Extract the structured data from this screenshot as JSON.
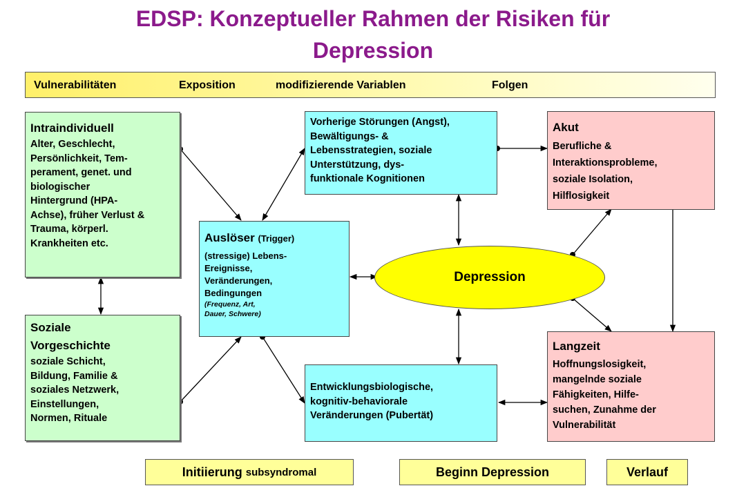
{
  "title": {
    "line1": "EDSP: Konzeptueller Rahmen der Risiken für",
    "line2": "Depression"
  },
  "header_bar": {
    "vulnerabilities": "Vulnerabilitäten",
    "exposition": "Exposition",
    "modifiers": "modifizierende Variablen",
    "consequences": "Folgen"
  },
  "intraindividuell": {
    "heading": "Intraindividuell",
    "lines": [
      "Alter, Geschlecht,",
      "Persönlichkeit, Tem-",
      "perament, genet. und",
      "biologischer",
      "Hintergrund (HPA-",
      "Achse), früher Verlust &",
      "Trauma, körperl.",
      "Krankheiten etc."
    ]
  },
  "soziale_vorgeschichte": {
    "heading_line1": "Soziale",
    "heading_line2": "Vorgeschichte",
    "lines": [
      "soziale Schicht,",
      "Bildung, Familie &",
      "soziales Netzwerk,",
      "Einstellungen,",
      "Normen, Rituale"
    ]
  },
  "ausloeser": {
    "heading": "Auslöser",
    "heading_sub": "(Trigger)",
    "lines": [
      "(stressige) Lebens-",
      "Ereignisse,",
      "Veränderungen,",
      "Bedingungen"
    ],
    "italic_lines": [
      "(Frequenz,   Art,",
      "Dauer,  Schwere)"
    ]
  },
  "vorherige": {
    "lines": [
      "Vorherige Störungen (Angst),",
      "Bewältigungs- &",
      "Lebensstrategien, soziale",
      "Unterstützung, dys-",
      "funktionale Kognitionen"
    ]
  },
  "entwicklung": {
    "lines": [
      "Entwicklungsbiologische,",
      "kognitiv-behaviorale",
      "Veränderungen (Pubertät)"
    ]
  },
  "depression": {
    "label": "Depression"
  },
  "akut": {
    "heading": "Akut",
    "lines": [
      "Berufliche &",
      "Interaktionsprobleme,",
      "soziale Isolation,",
      "Hilflosigkeit"
    ]
  },
  "langzeit": {
    "heading": "Langzeit",
    "lines": [
      "Hoffnungslosigkeit,",
      "mangelnde soziale",
      "Fähigkeiten, Hilfe-",
      "suchen, Zunahme der",
      "Vulnerabilität"
    ]
  },
  "footer": {
    "initiierung": "Initiierung",
    "initiierung_sub": "subsyndromal",
    "beginn": "Beginn Depression",
    "verlauf": "Verlauf"
  },
  "colors": {
    "title": "#8b1a8b",
    "green_box": "#ccffcc",
    "cyan_box": "#99ffff",
    "pink_box": "#ffcccc",
    "depression": "#ffff00",
    "footer": "#ffff99"
  }
}
